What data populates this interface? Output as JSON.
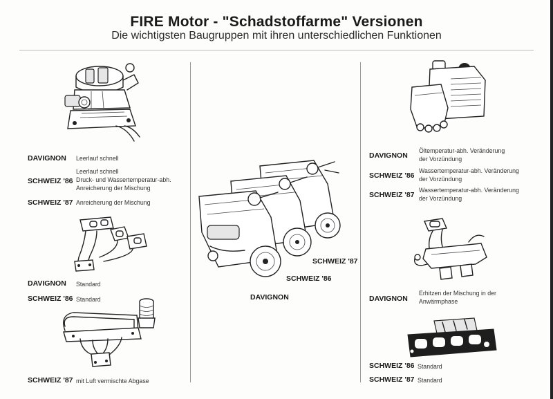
{
  "title": "FIRE Motor - \"Schadstoffarme\" Versionen",
  "subtitle": "Die wichtigsten Baugruppen mit ihren unterschiedlichen Funktionen",
  "left": {
    "carburetor": [
      {
        "label": "DAVIGNON",
        "text": [
          "Leerlauf schnell"
        ]
      },
      {
        "label": "SCHWEIZ '86",
        "text": [
          "Leerlauf schnell",
          "Druck- und Wassertemperatur-abh.",
          "Anreicherung der Mischung"
        ]
      },
      {
        "label": "SCHWEIZ '87",
        "text": [
          "Anreicherung der Mischung"
        ]
      }
    ],
    "manifold": [
      {
        "label": "DAVIGNON",
        "text": [
          "Standard"
        ]
      },
      {
        "label": "SCHWEIZ '86",
        "text": [
          "Standard"
        ]
      }
    ],
    "air_injection": [
      {
        "label": "SCHWEIZ '87",
        "text": [
          "mit Luft vermischte Abgase"
        ]
      }
    ]
  },
  "center": {
    "engines": [
      "SCHWEIZ '87",
      "SCHWEIZ '86",
      "DAVIGNON"
    ]
  },
  "right": {
    "distributor": [
      {
        "label": "DAVIGNON",
        "text": [
          "Öltemperatur-abh. Veränderung",
          "der Vorzündung"
        ]
      },
      {
        "label": "SCHWEIZ '86",
        "text": [
          "Wassertemperatur-abh. Veränderung",
          "der Vorzündung"
        ]
      },
      {
        "label": "SCHWEIZ '87",
        "text": [
          "Wassertemperatur-abh. Veränderung",
          "der Vorzündung"
        ]
      }
    ],
    "intake": [
      {
        "label": "DAVIGNON",
        "text": [
          "Erhitzen der Mischung in der",
          "Anwärmphase"
        ]
      }
    ],
    "gasket": [
      {
        "label": "SCHWEIZ '86",
        "text": [
          "Standard"
        ]
      },
      {
        "label": "SCHWEIZ '87",
        "text": [
          "Standard"
        ]
      }
    ]
  }
}
